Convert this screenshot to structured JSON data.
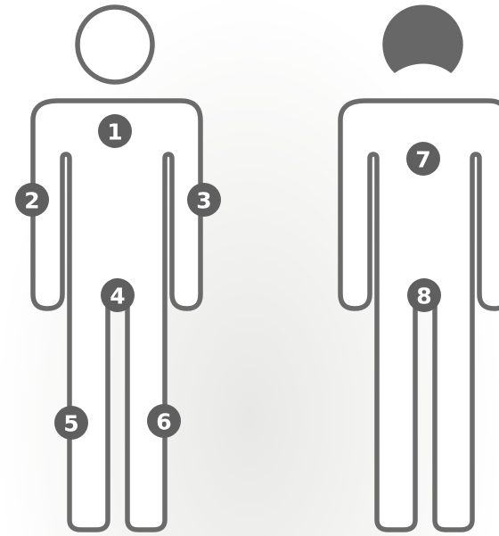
{
  "colors": {
    "outline": "#6b6b6b",
    "marker_fill": "#5f5f5f",
    "marker_text": "#ffffff",
    "back_head_fill": "#676767"
  },
  "figures": {
    "front": {
      "view": "front",
      "head_icon": "head-outline-icon"
    },
    "back": {
      "view": "back",
      "head_icon": "head-filled-icon"
    }
  },
  "markers": [
    {
      "id": "m1",
      "label": "1"
    },
    {
      "id": "m2",
      "label": "2"
    },
    {
      "id": "m3",
      "label": "3"
    },
    {
      "id": "m4",
      "label": "4"
    },
    {
      "id": "m5",
      "label": "5"
    },
    {
      "id": "m6",
      "label": "6"
    },
    {
      "id": "m7",
      "label": "7"
    },
    {
      "id": "m8",
      "label": "8"
    }
  ]
}
